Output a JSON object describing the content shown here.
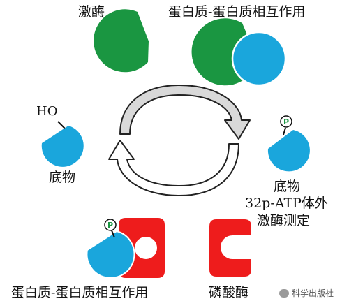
{
  "labels": {
    "kinase": "激酶",
    "ppi_top": "蛋白质-蛋白质相互作用",
    "ho": "HO",
    "substrate_left": "底物",
    "substrate_right": "底物",
    "assay_line1": "32p-ATP体外",
    "assay_line2": "激酶测定",
    "ppi_bottom": "蛋白质-蛋白质相互作用",
    "phosphatase": "磷酸酶",
    "phospho_badge": "P"
  },
  "watermark": {
    "text": "科学出版社"
  },
  "colors": {
    "kinase_green": "#1a9641",
    "substrate_blue": "#1aa6dc",
    "phosphatase_red": "#ee1c1c",
    "cycle_arrow_fill": "#d9d9d9",
    "cycle_arrow_stroke": "#222222"
  }
}
